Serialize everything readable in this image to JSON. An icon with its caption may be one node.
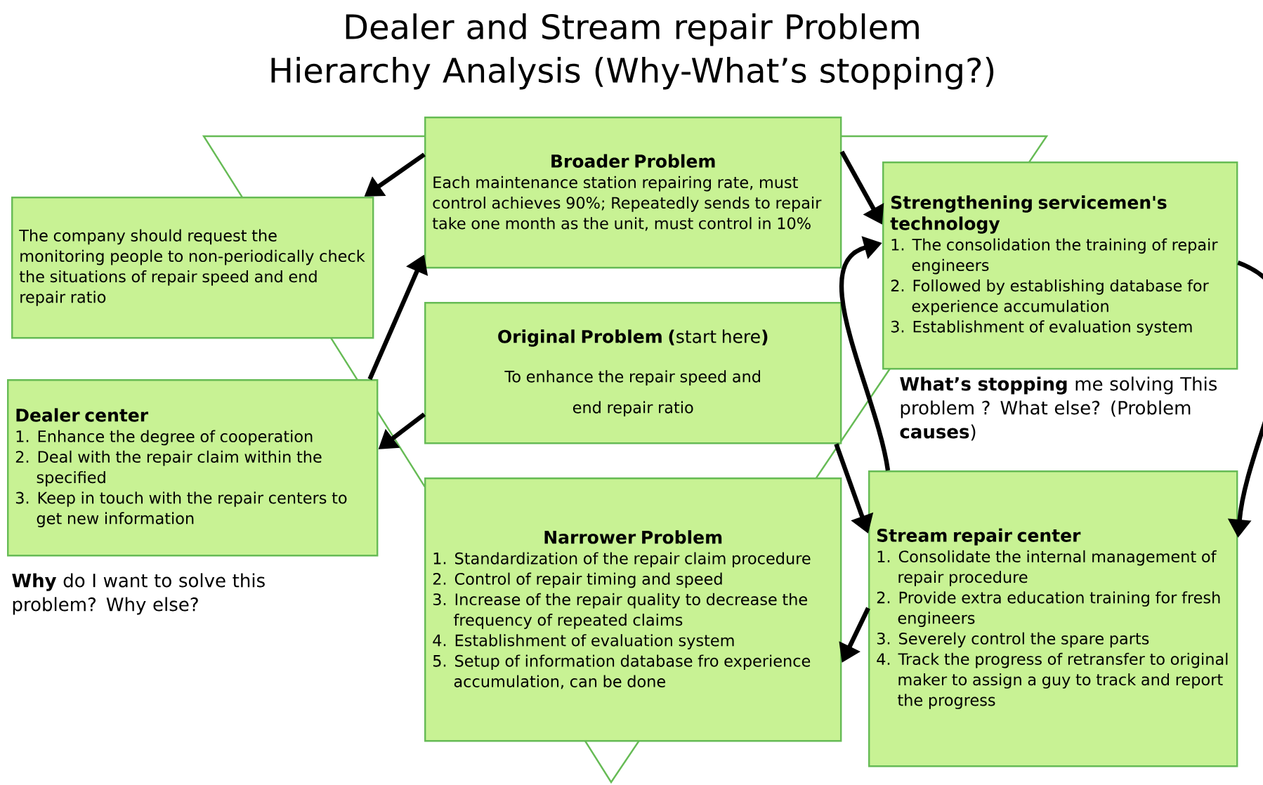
{
  "diagram": {
    "title": "Dealer and Stream repair Problem Hierarchy Analysis (Why-What’s stopping?)",
    "nodes": [
      {
        "text": [
          "Broader Problem",
          "Each maintenance station repairing rate,  must control achieves 90%; Repeatedly sends to repair take one month as the unit, must control in 10%"
        ]
      },
      {
        "text": [
          "The company should request the monitoring people to non-periodically check the situations of repair speed and end repair ratio"
        ]
      },
      {
        "text": [
          "Dealer center",
          "1. Enhance the degree of cooperation",
          "2. Deal with the repair claim within the specified",
          "3. Keep in touch with the repair centers to get new information"
        ]
      },
      {
        "text": [
          "**Original Problem (**start here**)**",
          "To enhance the repair speed and end repair ratio"
        ]
      },
      {
        "text": [
          "Strengthening servicemen's technology",
          "1. The consolidation the training of repair engineers",
          "2. Followed by establishing database for experience accumulation",
          "3. Establishment of evaluation system"
        ]
      },
      {
        "text": [
          "Narrower Problem",
          "1. Standardization of the repair claim procedure",
          "2. Control of repair timing and speed",
          "3. Increase of the repair quality to decrease the frequency of repeated claims",
          "4. Establishment of evaluation   system",
          "5. Setup of information database fro experience accumulation, can be done"
        ]
      },
      {
        "text": [
          "Stream repair center",
          "1. Consolidate the internal management of repair procedure",
          "2. Provide extra education training for fresh engineers",
          "3. Severely control the spare parts",
          "4. Track the progress of retransfer to original maker to assign a guy to track and report the progress"
        ]
      }
    ],
    "edges": [
      {
        "from": 0,
        "to": 1,
        "arrow": "to"
      },
      {
        "from": 2,
        "to": 0,
        "arrow": "to"
      },
      {
        "from": 3,
        "to": 2,
        "arrow": "to"
      },
      {
        "from": 0,
        "to": 4,
        "arrow": "to"
      },
      {
        "from": 3,
        "to": 6,
        "arrow": "to"
      },
      {
        "from": 6,
        "to": 4,
        "arrow": "to"
      },
      {
        "from": 4,
        "to": 6,
        "arrow": "to"
      },
      {
        "from": 6,
        "to": 5,
        "arrow": "to"
      }
    ],
    "labels": [
      "**Why** do I want to solve this problem? Why else?",
      "**What’s stopping** me solving This problem ? What else? (Problem **causes**)"
    ]
  }
}
